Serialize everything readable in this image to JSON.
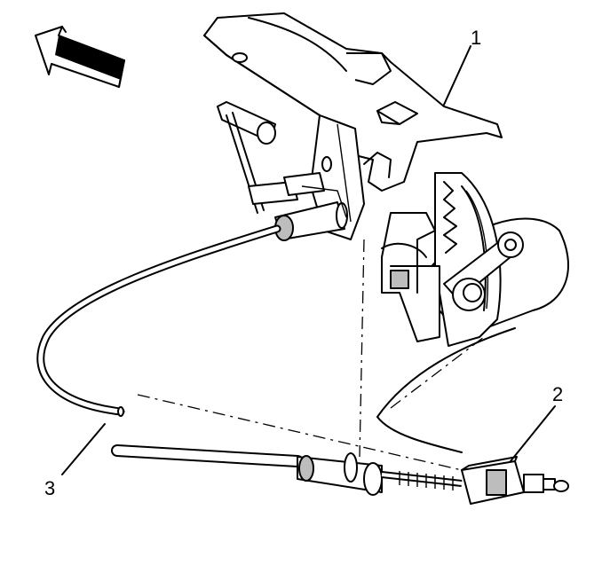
{
  "callouts": {
    "c1": "1",
    "c2": "2",
    "c3": "3"
  },
  "icons": {
    "direction_arrow": "arrow-up-left-icon"
  },
  "colors": {
    "line": "#000000",
    "fill": "#ffffff",
    "shade": "#bdbdbd"
  }
}
